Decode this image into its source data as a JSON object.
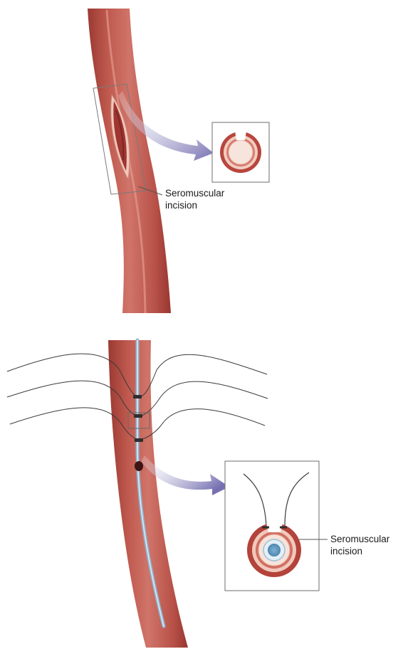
{
  "figure": {
    "panel_top": {
      "callout_label": {
        "line1": "Seromuscular",
        "line2": "incision"
      }
    },
    "panel_bottom": {
      "callout_label": {
        "line1": "Seromuscular",
        "line2": "incision"
      }
    }
  },
  "colors": {
    "tube_outer": "#b2453b",
    "tube_inner": "#c9675c",
    "tube_highlight": "#e3a092",
    "incision_dark": "#8f2d2a",
    "mucosa_pink": "#f3d5ca",
    "arrow_purple": "#7d78b5",
    "catheter_blue": "#a9c8dd",
    "catheter_core": "#5e95bc",
    "frame_gray": "#6e6e6e",
    "suture_black": "#3a3a3a"
  }
}
